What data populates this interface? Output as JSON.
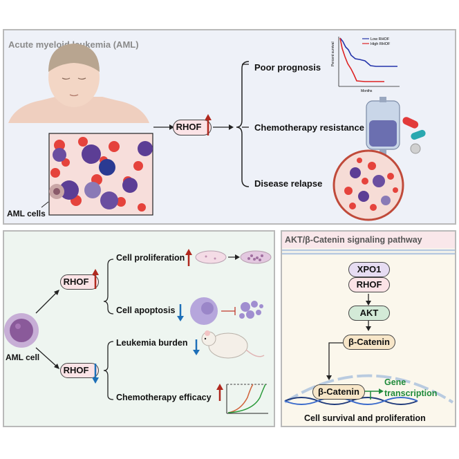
{
  "top_panel": {
    "title": "Acute myeloid leukemia (AML)",
    "aml_cells_label": "AML cells",
    "rhof_label": "RHOF",
    "outcomes": [
      "Poor prognosis",
      "Chemotherapy resistance",
      "Disease relapse"
    ]
  },
  "survival_chart": {
    "legend": [
      "Low RHOF",
      "High RHOF"
    ],
    "ylabel": "Percent survival",
    "xlabel": "Months",
    "colors": {
      "low": "#2233aa",
      "high": "#dd2222"
    }
  },
  "bottom_left": {
    "aml_cell_label": "AML cell",
    "rhof_up_label": "RHOF",
    "rhof_down_label": "RHOF",
    "effects": [
      "Cell proliferation",
      "Cell apoptosis",
      "Leukemia burden",
      "Chemotherapy efficacy"
    ]
  },
  "pathway": {
    "title": "AKT/β-Catenin signaling pathway",
    "nodes": [
      "XPO1",
      "RHOF",
      "AKT",
      "β-Catenin",
      "β-Catenin"
    ],
    "gene_transcription": [
      "Gene",
      "transcription"
    ],
    "footer": "Cell survival and proliferation"
  },
  "colors": {
    "up_arrow": "#b0281e",
    "down_arrow": "#1d6fb8",
    "pill_pink": "#fbe3e6",
    "pill_purple": "#e6dcf2",
    "pill_green": "#d3ead7",
    "pill_beige": "#f7e6c8",
    "gene_green": "#1f8a3a"
  }
}
